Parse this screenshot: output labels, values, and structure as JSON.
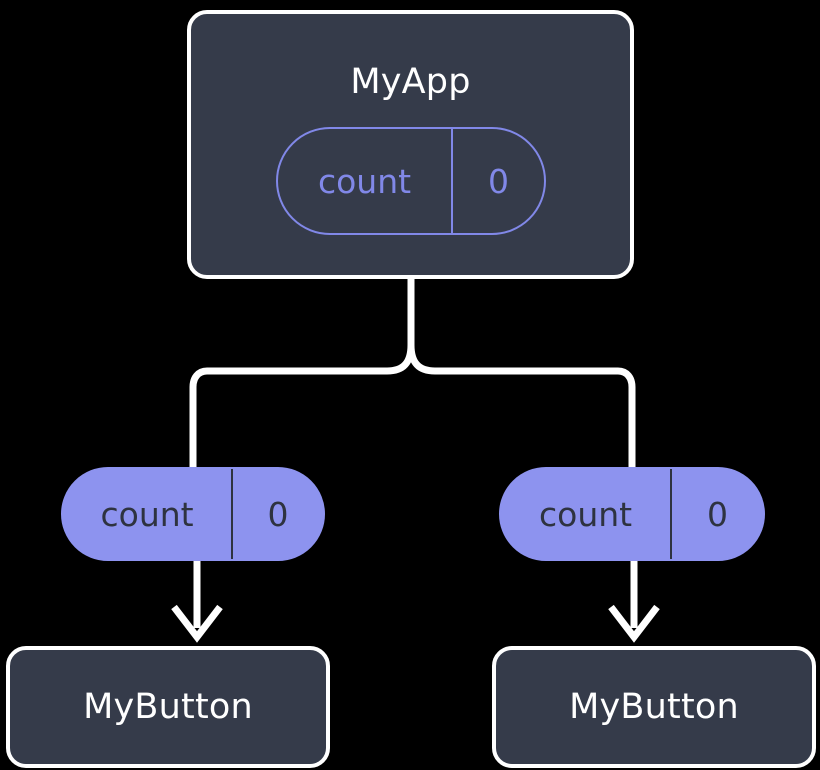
{
  "diagram": {
    "title": "MyApp component tree with count state propagated to MyButton children",
    "background_color": "#000000",
    "colors": {
      "box_fill": "#353b4a",
      "box_border": "#ffffff",
      "box_text": "#ffffff",
      "pill_outline_stroke": "#8188e8",
      "pill_outline_text": "#8188e8",
      "pill_filled_fill": "#8d93ef",
      "pill_filled_text": "#2e3340",
      "connector": "#ffffff"
    }
  },
  "root": {
    "name": "app-component",
    "title": "MyApp",
    "state": {
      "key": "count",
      "value": "0"
    }
  },
  "children": [
    {
      "name": "button-component-left",
      "title": "MyButton",
      "prop": {
        "key": "count",
        "value": "0"
      }
    },
    {
      "name": "button-component-right",
      "title": "MyButton",
      "prop": {
        "key": "count",
        "value": "0"
      }
    }
  ],
  "connectors": {
    "fork": "branch-from-app-to-both-children",
    "arrows": [
      "prop-arrow-left",
      "prop-arrow-right"
    ]
  }
}
